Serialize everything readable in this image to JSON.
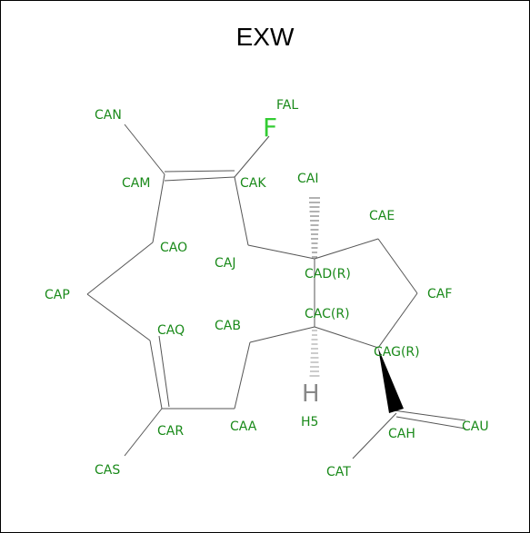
{
  "title": "EXW",
  "colors": {
    "bond": "#555555",
    "carbon_label": "#1a8a1a",
    "fluorine": "#33cc33",
    "hydrogen": "#888888",
    "wedge": "#000000"
  },
  "atoms": {
    "CAN": "CAN",
    "FAL": "FAL",
    "F": "F",
    "CAM": "CAM",
    "CAK": "CAK",
    "CAI": "CAI",
    "CAE": "CAE",
    "CAO": "CAO",
    "CAJ": "CAJ",
    "CAD": "CAD(R)",
    "CAP": "CAP",
    "CAF": "CAF",
    "CAQ": "CAQ",
    "CAB": "CAB",
    "CAC": "CAC(R)",
    "CAG": "CAG(R)",
    "H": "H",
    "H5": "H5",
    "CAR": "CAR",
    "CAA": "CAA",
    "CAU": "CAU",
    "CAH": "CAH",
    "CAS": "CAS",
    "CAT": "CAT"
  }
}
